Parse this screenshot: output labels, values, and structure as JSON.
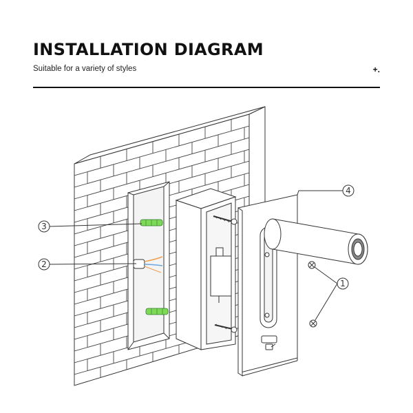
{
  "header": {
    "title": "INSTALLATION DIAGRAM",
    "subtitle": "Suitable for a variety of styles",
    "mark": "+."
  },
  "callouts": {
    "c1": "1",
    "c2": "2",
    "c3": "3",
    "c4": "4"
  },
  "colors": {
    "line": "#333333",
    "anchor_green": "#7ed957",
    "wire_orange": "#f0a050",
    "wire_blue": "#6aa6e0",
    "wall_face": "#ffffff"
  }
}
